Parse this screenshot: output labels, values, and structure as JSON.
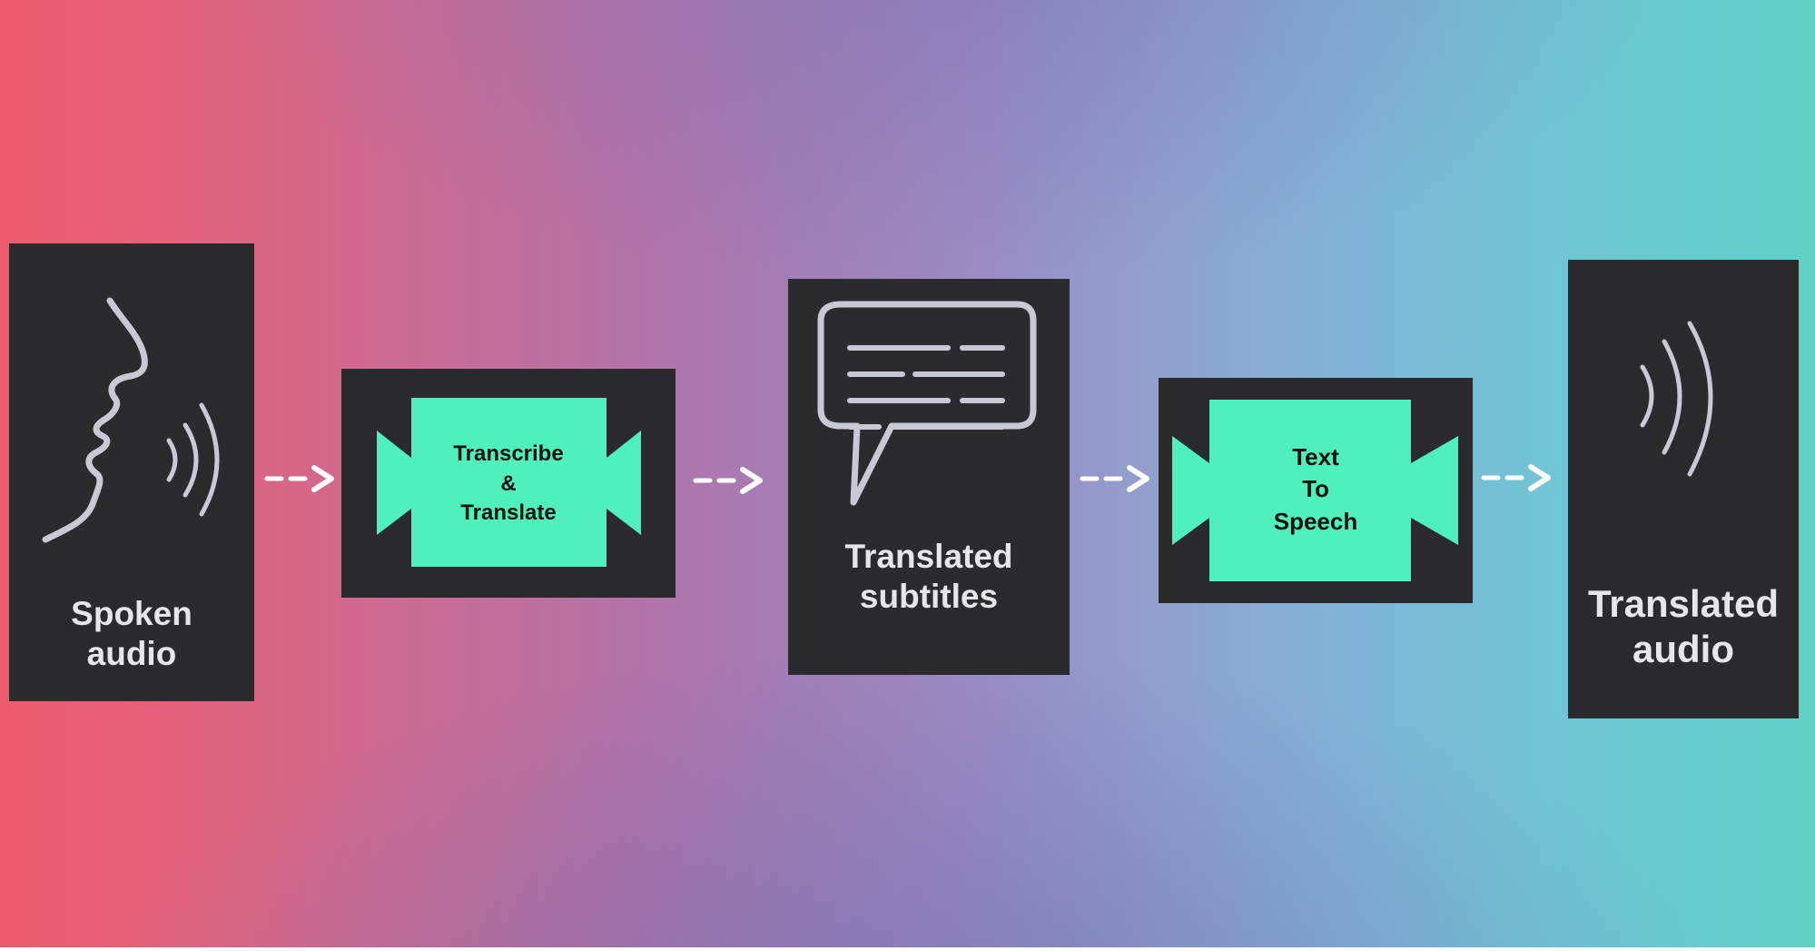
{
  "diagram": {
    "nodes": [
      {
        "id": "spoken",
        "label": "Spoken\naudio",
        "icon": "speaking-face-icon"
      },
      {
        "id": "transcribe",
        "label": "Transcribe\n&\nTranslate",
        "icon": "process-block-icon"
      },
      {
        "id": "subtitles",
        "label": "Translated\nsubtitles",
        "icon": "speech-bubble-icon"
      },
      {
        "id": "tts",
        "label": "Text\nTo\nSpeech",
        "icon": "process-block-icon"
      },
      {
        "id": "audio",
        "label": "Translated\naudio",
        "icon": "sound-waves-icon"
      }
    ],
    "edges": [
      {
        "from": "spoken",
        "to": "transcribe",
        "style": "dashed-arrow"
      },
      {
        "from": "transcribe",
        "to": "subtitles",
        "style": "dashed-arrow"
      },
      {
        "from": "subtitles",
        "to": "tts",
        "style": "dashed-arrow"
      },
      {
        "from": "tts",
        "to": "audio",
        "style": "dashed-arrow"
      }
    ]
  },
  "colors": {
    "box": "#2b2b2d",
    "process_fill": "#4ff0bb",
    "icon_stroke": "#c9c9d6",
    "arrow": "#ffffff"
  }
}
